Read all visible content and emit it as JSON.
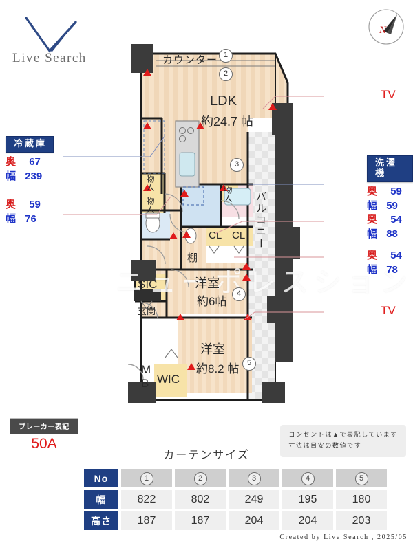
{
  "logo": {
    "brand": "Live Search"
  },
  "compass": {
    "north_label": "N"
  },
  "plan": {
    "rooms": [
      {
        "name": "LDK",
        "size": "約24.7 帖"
      },
      {
        "name": "洋室",
        "size": "約6帖"
      },
      {
        "name": "洋室",
        "size": "約8.2 帖"
      }
    ],
    "labels": {
      "counter": "カウンター",
      "balcony": "バルコニー",
      "storage1": "物入",
      "storage2": "物入",
      "storage3": "物入",
      "closet_a": "CL",
      "closet_b": "CL",
      "shelf": "棚",
      "sic": "SIC",
      "genkan": "玄関",
      "mb_line1": "M",
      "mb_line2": "B",
      "wic": "WIC"
    },
    "markers": [
      "1",
      "2",
      "3",
      "4",
      "5"
    ],
    "watermark": "ニューポレスション天"
  },
  "callouts": {
    "fridge": {
      "title": "冷蔵庫",
      "depth_key": "奥",
      "depth_val": "67",
      "width_key": "幅",
      "width_val": "239"
    },
    "fridge_second": {
      "depth_key": "奥",
      "depth_val": "59",
      "width_key": "幅",
      "width_val": "76"
    },
    "washer": {
      "title": "洗濯機",
      "depth_key": "奥",
      "depth_val": "59",
      "width_key": "幅",
      "width_val": "59"
    },
    "washer_second": {
      "depth_key": "奥",
      "depth_val": "54",
      "width_key": "幅",
      "width_val": "88"
    },
    "washer_third": {
      "depth_key": "奥",
      "depth_val": "54",
      "width_key": "幅",
      "width_val": "78"
    },
    "tv_top": "TV",
    "tv_bottom": "TV"
  },
  "breaker": {
    "header": "ブレーカー表記",
    "value": "50A"
  },
  "note": {
    "line1": "コンセントは▲で表記しています",
    "line2": "寸法は目安の数値です"
  },
  "curtain": {
    "title": "カーテンサイズ",
    "row_headers": [
      "No",
      "幅",
      "高さ"
    ],
    "numbers": [
      "1",
      "2",
      "3",
      "4",
      "5"
    ],
    "widths": [
      "822",
      "802",
      "249",
      "195",
      "180"
    ],
    "heights": [
      "187",
      "187",
      "204",
      "204",
      "203"
    ]
  },
  "credit": "Created by Live Search , 2025/05"
}
